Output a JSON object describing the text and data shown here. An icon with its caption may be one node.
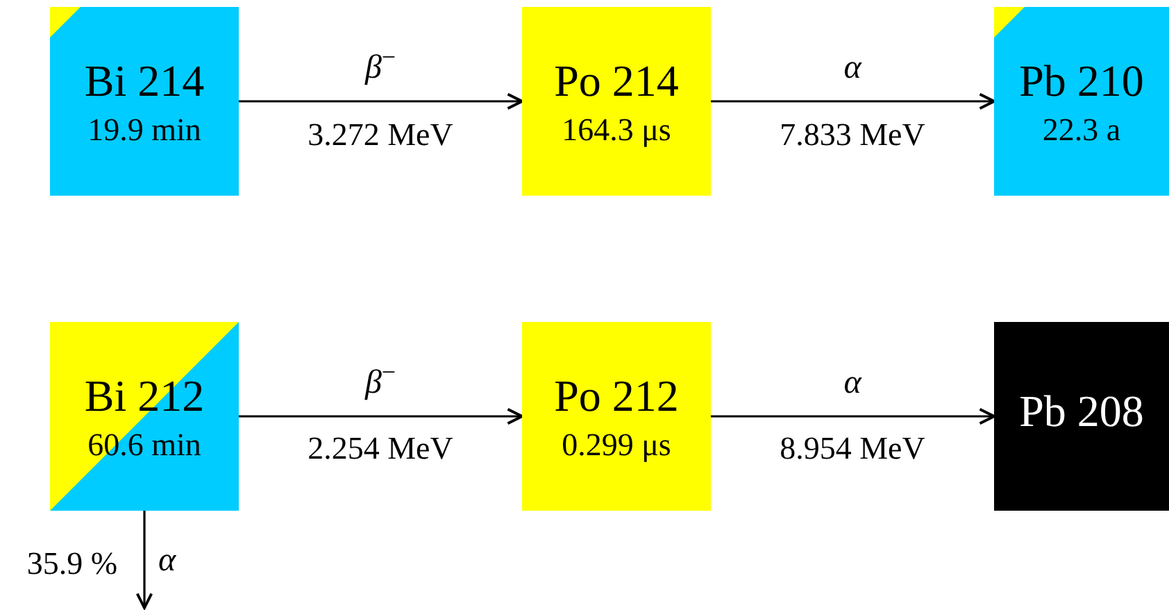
{
  "diagram": {
    "nodes": [
      {
        "text": [
          "Bi 214",
          "19.9 min"
        ]
      },
      {
        "text": [
          "Po 214",
          "164.3 μs"
        ]
      },
      {
        "text": [
          "Pb 210",
          "22.3 a"
        ]
      },
      {
        "text": [
          "Bi 212",
          "60.6 min"
        ]
      },
      {
        "text": [
          "Po 212",
          "0.299 μs"
        ]
      },
      {
        "text": [
          "Pb 208"
        ]
      }
    ],
    "edges": [
      {
        "from": 0,
        "to": 1,
        "arrow": "to",
        "label": "*β*$^{−}$"
      },
      {
        "from": 1,
        "to": 2,
        "arrow": "to",
        "label": "*α*"
      },
      {
        "from": 3,
        "to": 4,
        "arrow": "to",
        "label": "*β*$^{−}$"
      },
      {
        "from": 4,
        "to": 5,
        "arrow": "to",
        "label": "*α*"
      },
      {
        "from": 3,
        "to": null,
        "arrow": "to",
        "label": "*α*"
      }
    ],
    "labels": [
      "3.272 MeV",
      "7.833 MeV",
      "2.254 MeV",
      "8.954 MeV",
      "35.9 %"
    ]
  }
}
